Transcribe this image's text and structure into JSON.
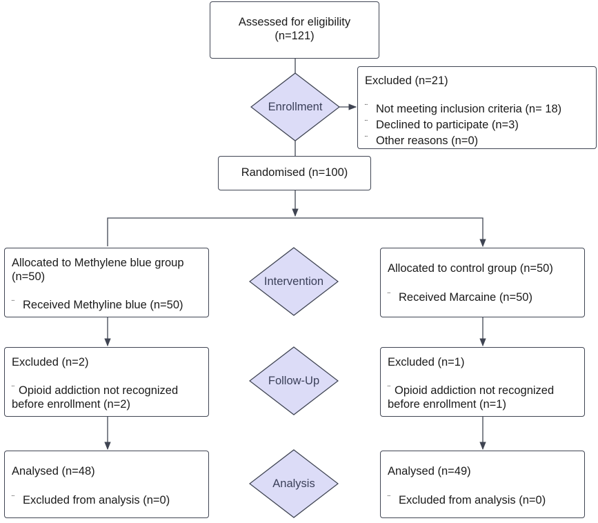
{
  "assessed": {
    "line1": "Assessed for eligibility",
    "line2": "(n=121)"
  },
  "enrollment_label": "Enrollment",
  "excluded_top": {
    "title": "Excluded (n=21)",
    "items": [
      "Not meeting inclusion criteria (n= 18)",
      "Declined to participate (n=3)",
      "Other reasons (n=0)"
    ]
  },
  "randomised": "Randomised (n=100)",
  "stages": {
    "intervention": "Intervention",
    "follow_up": "Follow-Up",
    "analysis": "Analysis"
  },
  "left": {
    "allocation": {
      "line1": "Allocated to Methylene blue group",
      "line2": "(n=50)",
      "item": "Received Methyline blue (n=50)"
    },
    "followup": {
      "title": "Excluded (n=2)",
      "item_line1": "Opioid addiction not recognized",
      "item_line2": "before enrollment (n=2)"
    },
    "analysis": {
      "title": "Analysed (n=48)",
      "item": "Excluded from analysis (n=0)"
    }
  },
  "right": {
    "allocation": {
      "line1": "Allocated to control group (n=50)",
      "item": "Received Marcaine (n=50)"
    },
    "followup": {
      "title": "Excluded (n=1)",
      "item_line1": "Opioid addiction not recognized",
      "item_line2": "before enrollment (n=1)"
    },
    "analysis": {
      "title": "Analysed (n=49)",
      "item": "Excluded from analysis (n=0)"
    }
  },
  "bullet_glyph": "¨",
  "colors": {
    "diamond_fill": "#dcdcf7",
    "diamond_stroke": "#3f4452",
    "line": "#3f4452"
  }
}
